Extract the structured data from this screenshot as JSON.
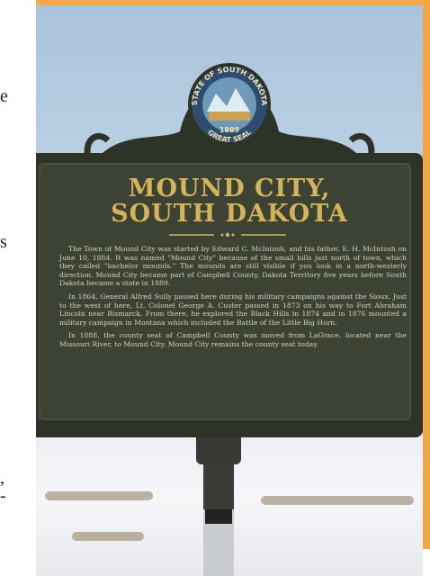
{
  "page_fragment": {
    "left_chars": [
      "e",
      "s",
      ",",
      "-"
    ]
  },
  "seal": {
    "top_text": "STATE OF SOUTH DAKOTA",
    "bottom_text": "GREAT SEAL",
    "year": "1889"
  },
  "marker": {
    "title_line1": "MOUND CITY,",
    "title_line2": "SOUTH DAKOTA",
    "paragraphs": [
      "The Town of Mound City was started by Edward C. McIntosh, and his father, E. H. McIntosh on June 10, 1884. It was named \"Mound City\" because of the small hills just north of town, which they called \"bachelor mounds.\" The mounds are still visible if you look in a north-westerly direction. Mound City became part of Campbell County, Dakota Territory five years before South Dakota became a state in 1889.",
      "In 1864, General Alfred Sully passed here during his military campaigns against the Sioux. Just to the west of here, Lt. Colonel George A. Custer passed in 1873 on his way to Fort Abraham Lincoln near Bismarck. From there, he explored the Black Hills in 1874 and in 1876 mounted a military campaign in Montana which included the Battle of the Little Big Horn.",
      "In 1888, the county seat of Campbell County was moved from LaGrace, located near the Missouri River, to Mound City. Mound City remains the county seat today."
    ]
  },
  "colors": {
    "sign_board": "#3c4234",
    "sign_frame": "#2e3328",
    "lettering": "#d4b35a",
    "accent_border": "#f3a64a"
  }
}
